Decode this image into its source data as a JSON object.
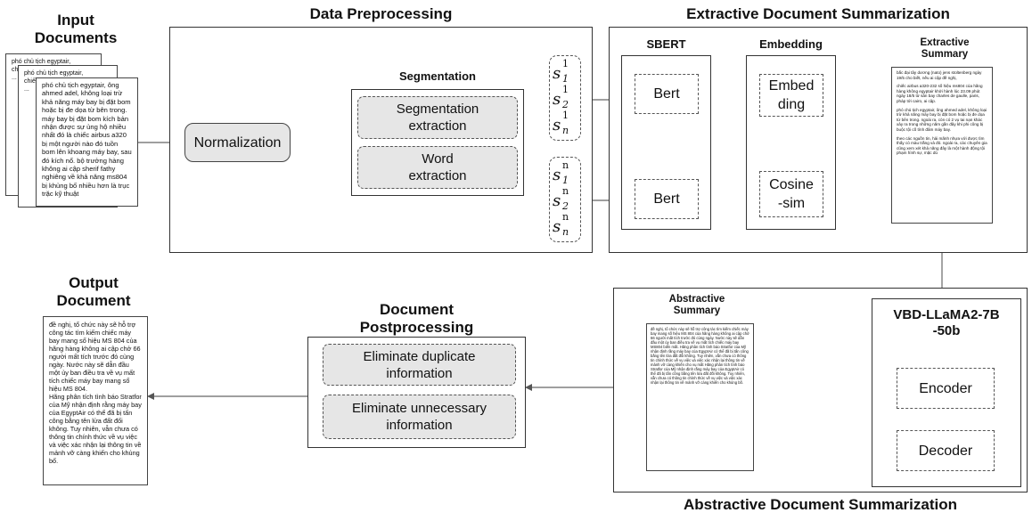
{
  "input": {
    "title": "Input\nDocuments",
    "back_doc_1": "phó chủ tịch egyptair,\nchiếc airbus a320-232\n...",
    "back_doc_2": "phó chủ tịch egyptair,\nchiếc airbus a320-232\n...",
    "front_doc": "phó chủ tịch egyptair, ông ahmed adel, không loại trừ khả năng máy bay bị đặt bom hoặc bị đe dọa từ bên trong. máy bay bị đặt bom kích bản nhận được sự ủng hộ nhiều nhất đó là chiếc airbus a320 bị một người nào đó tuồn bom lên khoang máy bay, sau đó kích nổ. bộ trưởng hàng không ai cập sherif fathy nghiêng về khả năng ms804 bị khủng bố nhiều hơn là trục trặc kỹ thuật"
  },
  "preprocessing": {
    "title": "Data Preprocessing",
    "normalization": "Normalization",
    "segmentation_title": "Segmentation",
    "segmentation_extraction": "Segmentation\nextraction",
    "word_extraction": "Word\nextraction"
  },
  "sentences_top": [
    {
      "base": "s",
      "sub": "1",
      "sup": "1"
    },
    {
      "base": "s",
      "sub": "2",
      "sup": "1"
    },
    {
      "base": "s",
      "sub": "n",
      "sup": "1"
    }
  ],
  "sentences_bottom": [
    {
      "base": "s",
      "sub": "1",
      "sup": "n"
    },
    {
      "base": "s",
      "sub": "2",
      "sup": "n"
    },
    {
      "base": "s",
      "sub": "n",
      "sup": "n"
    }
  ],
  "extractive": {
    "title": "Extractive Document Summarization",
    "sbert_title": "SBERT",
    "bert_top": "Bert",
    "bert_bottom": "Bert",
    "embedding_title": "Embedding",
    "embed": "Embed\nding",
    "cosine": "Cosine\n-sim",
    "summary_title": "Extractive\nSummary",
    "summary_text": [
      "bắc đại tây dương (nato) jens stoltenberg ngày 19/5 cho biết, nếu ai cập đề nghị,",
      "chiếc airbus a320-232 số hiệu ms804 của hãng hàng không egyptair khởi hành lúc 23.09 phút ngày 18/5 từ sân bay charles de gaulle, paris, pháp tới cairo, ai cập.",
      "phó chủ tịch egyptair, ông ahmed adel, không loại trừ khả năng máy bay bị đặt bom hoặc bị đe dọa từ bên trong. ngoài ra, còn có 2 vụ tai nạn khác xảy ra trong những năm gần đây khi phi công bị buộc tội cố tình đâm máy bay.",
      "theo các nguồn tin, hải mãnh nhựa với được tìm thấy có màu trắng và đỏ. ngoài ra, các chuyên gia cũng xem xét khả năng đây là một hành động tội phạm hình sự, mặc dù"
    ]
  },
  "abstractive": {
    "title": "Abstractive Document Summarization",
    "model_title": "VBD-LLaMA2-7B\n-50b",
    "encoder": "Encoder",
    "decoder": "Decoder",
    "summary_title": "Abstractive\nSummary",
    "summary_text": "đề nghị, tổ chức này sẽ hỗ trợ công tác tìm kiếm chiếc máy bay mang số hiệu MS 804 của hãng hàng không ai cập chở 66 người mất tích trước đó cùng ngày. Nước này sẽ dẫn đầu một ủy ban điều tra về vụ mất tích chiếc máy bay MS804 biến mất. Hãng phân tích tình báo Stratfor của Mỹ nhận định rằng máy bay của EgyptAir có thể đã bị tấn công bằng tên lửa đất đối không. Tuy nhiên, vẫn chưa có thông tin chính thức về vụ việc và việc xác nhận lại thông tin về mảnh vỡ càng khiến cho vụ mất Hãng phân tích tình báo Stratfor của Mỹ nhận định rằng máy bay của EgyptAir có thể đã bị tấn công bằng tên lửa đất đối không. Tuy nhiên, vẫn chưa có thông tin chính thức về vụ việc và việc xác nhận lại thông tin về mảnh vỡ càng khiến cho khủng bố."
  },
  "postprocessing": {
    "title": "Document\nPostprocessing",
    "eliminate_duplicate": "Eliminate duplicate\ninformation",
    "eliminate_unnecessary": "Eliminate unnecessary\ninformation"
  },
  "output": {
    "title": "Output\nDocument",
    "text": "đề nghị, tổ chức này sẽ hỗ trợ công tác tìm kiếm chiếc máy bay mang số hiệu MS 804 của hãng hàng không ai cập chở 66 người mất tích trước đó cùng ngày. Nước này sẽ dẫn đầu một ủy ban điều tra về vụ mất tích chiếc máy bay mang số hiệu MS 804.\nHãng phân tích tình báo Stratfor của Mỹ nhận định rằng máy bay của EgyptAir có thể đã bị tấn công bằng tên lửa đất đối không. Tuy nhiên, vẫn chưa có thông tin chính thức về vụ việc và việc xác nhận lại thông tin về mảnh vỡ càng khiến cho khủng bố."
  }
}
